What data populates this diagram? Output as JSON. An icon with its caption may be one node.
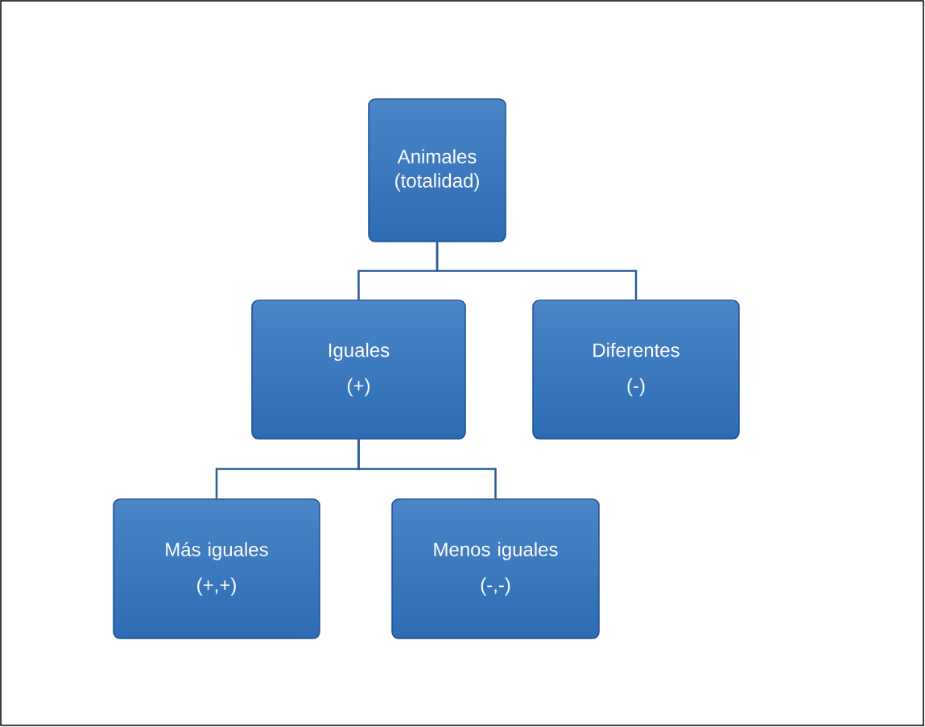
{
  "diagram": {
    "nodes": [
      {
        "text": [
          "Animales (totalidad)"
        ]
      },
      {
        "text": [
          "Iguales",
          "(+)"
        ]
      },
      {
        "text": [
          "Diferentes",
          "(-)"
        ]
      },
      {
        "text": [
          "Más iguales",
          "(+,+)"
        ]
      },
      {
        "text": [
          "Menos iguales",
          "(-,-)"
        ]
      }
    ],
    "edges": [
      {
        "from": 0,
        "to": 1,
        "arrow": "none"
      },
      {
        "from": 0,
        "to": 2,
        "arrow": "none"
      },
      {
        "from": 1,
        "to": 3,
        "arrow": "none"
      },
      {
        "from": 1,
        "to": 4,
        "arrow": "none"
      }
    ]
  }
}
